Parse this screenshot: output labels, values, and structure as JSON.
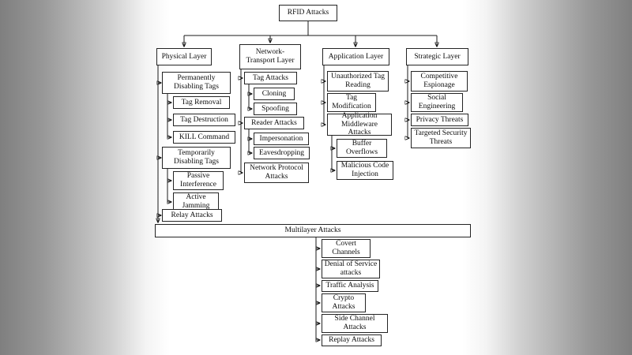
{
  "title": "RFID Attacks taxonomy diagram",
  "nodes": {
    "root": "RFID Attacks",
    "physical": "Physical Layer",
    "perm_disable": "Permanently Disabling Tags",
    "tag_removal": "Tag Removal",
    "tag_destruction": "Tag Destruction",
    "kill_command": "KILL Command",
    "temp_disable": "Temporarily Disabling Tags",
    "passive_interference": "Passive Interference",
    "active_jamming": "Active Jamming",
    "relay": "Relay Attacks",
    "network": "Network-Transport Layer",
    "tag_attacks": "Tag Attacks",
    "cloning": "Cloning",
    "spoofing": "Spoofing",
    "reader_attacks": "Reader Attacks",
    "impersonation": "Impersonation",
    "eavesdropping": "Eavesdropping",
    "net_protocol": "Network Protocol Attacks",
    "application": "Application Layer",
    "unauth_read": "Unauthorized Tag Reading",
    "tag_mod": "Tag Modification",
    "app_middleware": "Application Middleware Attacks",
    "buffer_overflow": "Buffer Overflows",
    "malicious_code": "Malicious Code Injection",
    "strategic": "Strategic Layer",
    "competitive": "Competitive Espionage",
    "social": "Social Engineering",
    "privacy": "Privacy Threats",
    "targeted": "Targeted Security Threats",
    "multilayer": "Multilayer Attacks",
    "covert": "Covert Channels",
    "dos": "Denial of Service attacks",
    "traffic": "Traffic Analysis",
    "crypto": "Crypto Attacks",
    "side_channel": "Side Channel Attacks",
    "replay": "Replay Attacks"
  },
  "structure": {
    "root": [
      "physical",
      "network",
      "application",
      "strategic",
      "multilayer"
    ],
    "physical": [
      "perm_disable",
      "temp_disable",
      "relay"
    ],
    "perm_disable": [
      "tag_removal",
      "tag_destruction",
      "kill_command"
    ],
    "temp_disable": [
      "passive_interference",
      "active_jamming"
    ],
    "network": [
      "tag_attacks",
      "reader_attacks",
      "net_protocol"
    ],
    "tag_attacks": [
      "cloning",
      "spoofing"
    ],
    "reader_attacks": [
      "impersonation",
      "eavesdropping"
    ],
    "application": [
      "unauth_read",
      "tag_mod",
      "app_middleware"
    ],
    "app_middleware": [
      "buffer_overflow",
      "malicious_code"
    ],
    "strategic": [
      "competitive",
      "social",
      "privacy",
      "targeted"
    ],
    "multilayer": [
      "covert",
      "dos",
      "traffic",
      "crypto",
      "side_channel",
      "replay"
    ]
  },
  "colors": {
    "box_border": "#242424",
    "box_fill": "#ffffff",
    "line": "#1a1a1a",
    "edge_gray": "#7f7f7f"
  }
}
